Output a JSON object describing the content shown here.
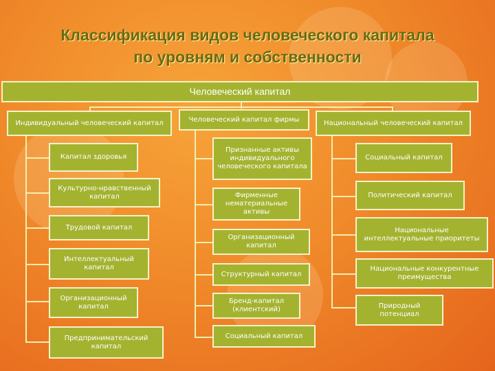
{
  "title": {
    "line1": "Классификация видов человеческого капитала",
    "line2": "по уровням и собственности"
  },
  "root": "Человеческий капитал",
  "columns": [
    {
      "header": "Индивидуальный человеческий капитал",
      "items": [
        "Капитал здоровья",
        "Культурно-нравственный капитал",
        "Трудовой капитал",
        "Интеллектуальный капитал",
        "Организационный капитал",
        "Предпринимательский капитал"
      ]
    },
    {
      "header": "Человеческий капитал фирмы",
      "items": [
        "Признанные активы индивидуального человеческого капитала",
        "Фирменные нематериальные активы",
        "Организационный капитал",
        "Структурный капитал",
        "Бренд-капитал (клиентский)",
        "Социальный капитал"
      ]
    },
    {
      "header": "Национальный человеческий капитал",
      "items": [
        "Социальный капитал",
        "Политический капитал",
        "Национальные интеллектуальные приоритеты",
        "Национальные конкурентные преимущества",
        "Природный потенциал"
      ]
    }
  ]
}
